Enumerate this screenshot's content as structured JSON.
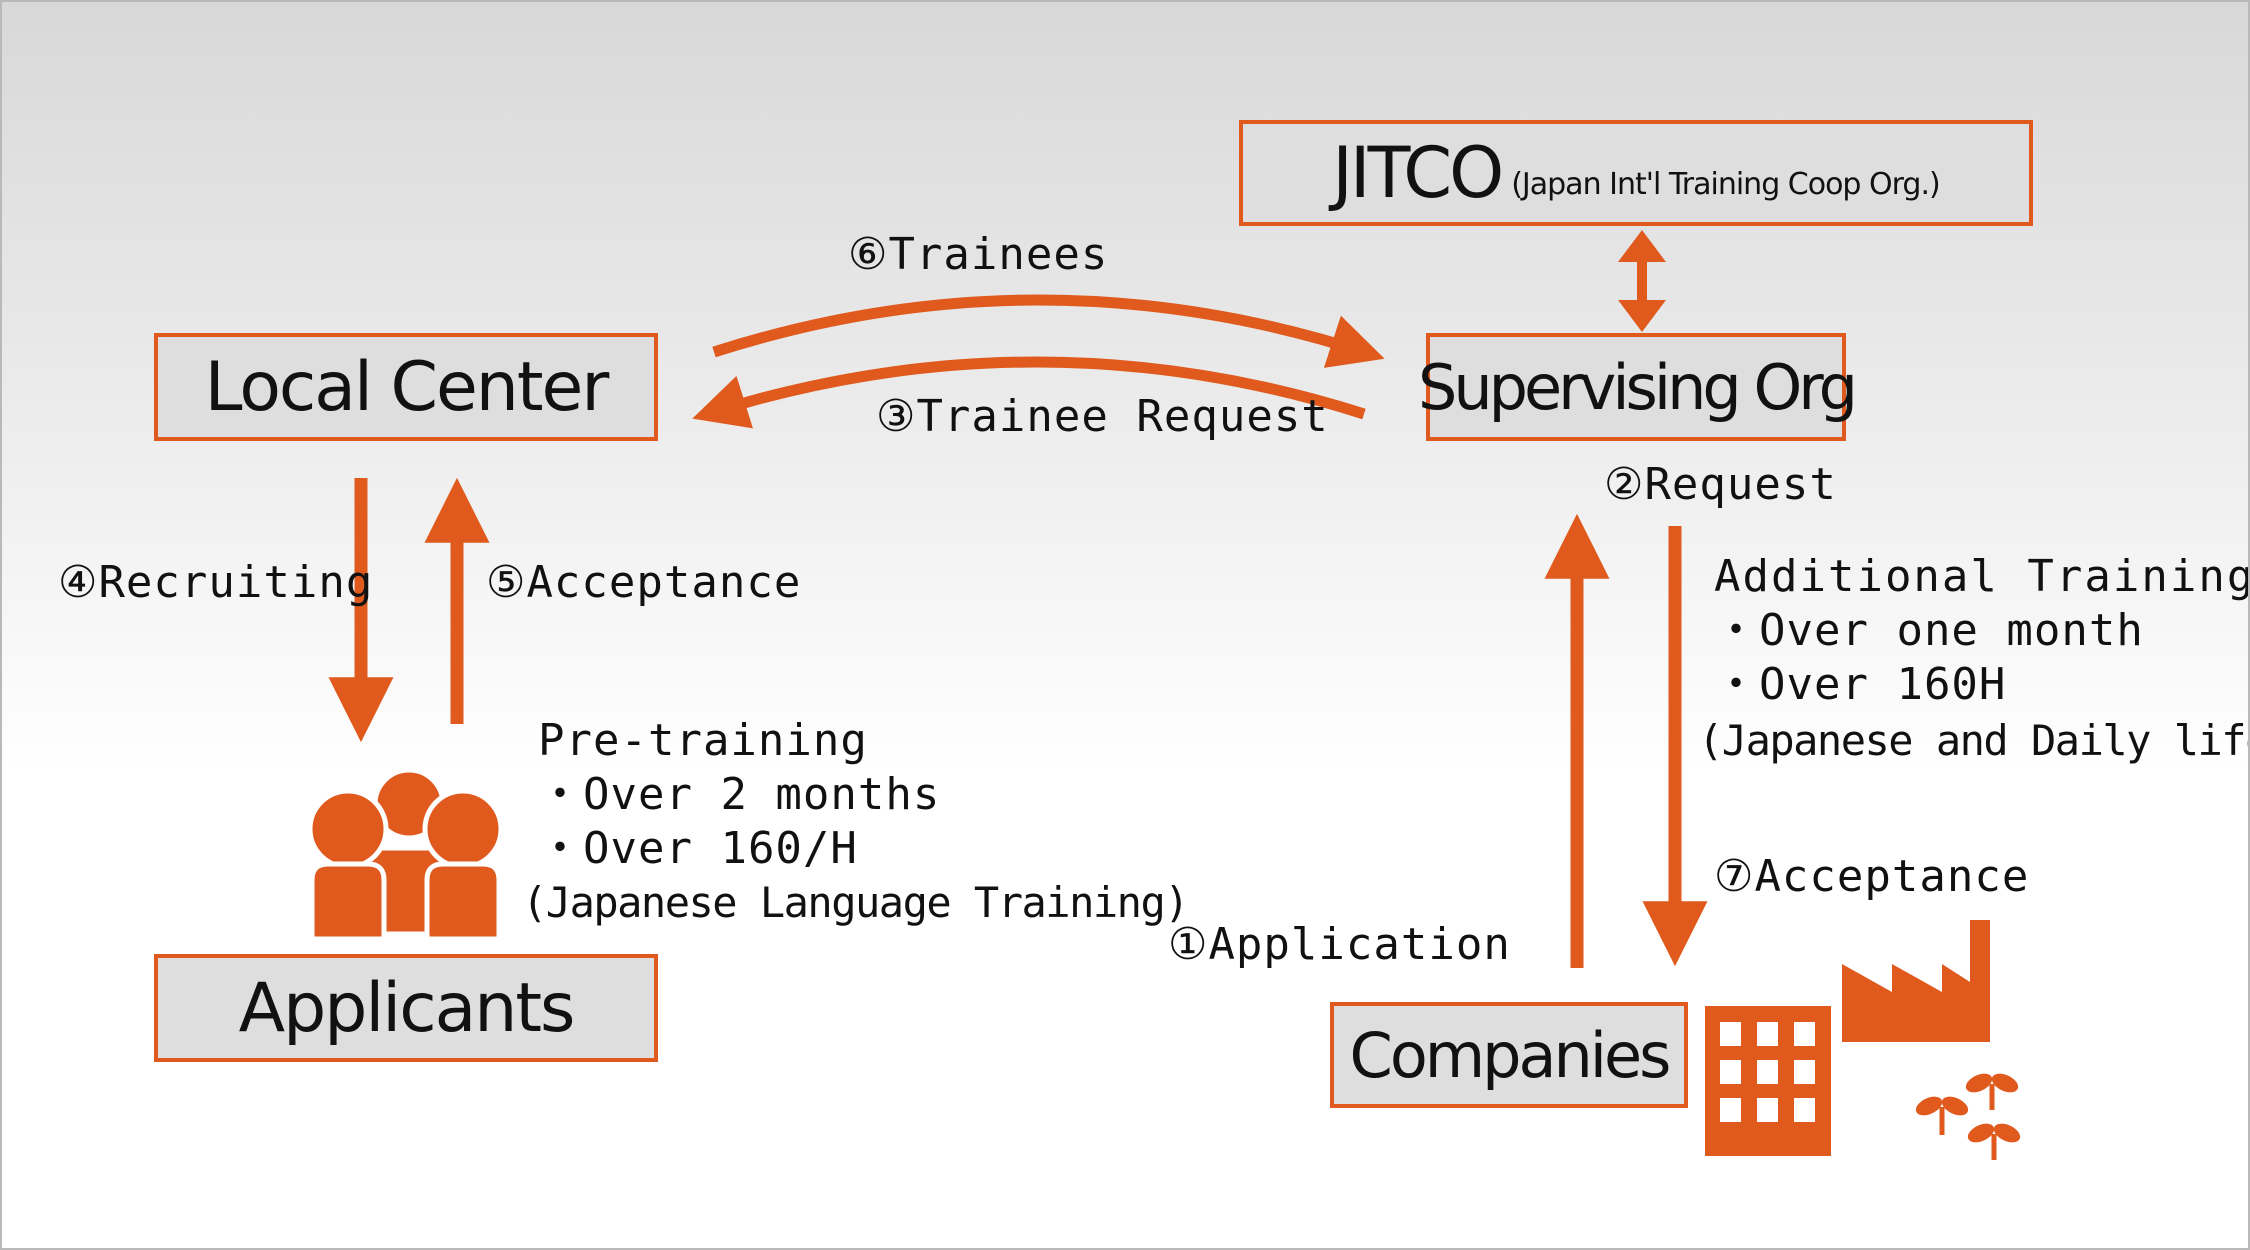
{
  "colors": {
    "accent": "#e05a1e",
    "box_fill": "#dedede",
    "text": "#111111"
  },
  "nodes": {
    "jitco": {
      "name": "JITCO",
      "subtitle": "(Japan Int'l Training Coop Org.)"
    },
    "local_center": "Local Center",
    "supervising_org": "Supervising Org",
    "applicants": "Applicants",
    "companies": "Companies"
  },
  "edges": {
    "trainees": "⑥Trainees",
    "trainee_request": "③Trainee Request",
    "request": "②Request",
    "recruiting": "④Recruiting",
    "acceptance_5": "⑤Acceptance",
    "application": "①Application",
    "acceptance_7": "⑦Acceptance"
  },
  "pre_training": {
    "title": "Pre-training",
    "line1": "・Over 2 months",
    "line2": "・Over 160/H",
    "note": "(Japanese Language Training)"
  },
  "additional_training": {
    "title": "Additional Training",
    "line1": "・Over one month",
    "line2": "・Over 160H",
    "note": "(Japanese and Daily life)"
  },
  "icons": [
    "people-icon",
    "office-building-icon",
    "factory-icon",
    "sprout-icon"
  ]
}
